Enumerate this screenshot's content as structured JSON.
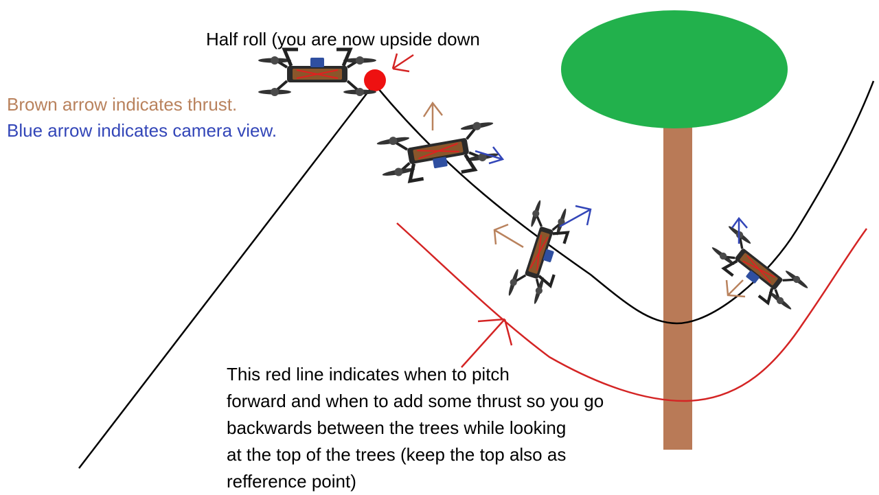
{
  "annotations": {
    "half_roll": "Half roll (you are now upside down",
    "brown_legend": "Brown arrow indicates thrust.",
    "blue_legend": "Blue arrow indicates camera view.",
    "red_line_note": [
      "This red line indicates when to pitch",
      "forward   and when to add some thrust so you go",
      "backwards between the trees while looking",
      "at the top of the trees (keep the top also as",
      "refference point)"
    ]
  },
  "colors": {
    "black_path": "#000000",
    "red_line": "#d42424",
    "red_dot": "#ee1111",
    "thrust_arrow": "#b9825d",
    "camera_arrow": "#3346b8",
    "tree_canopy": "#22b14c",
    "tree_trunk": "#b97a57",
    "text": "#000000"
  },
  "icons": [
    "drone-icon",
    "thrust-arrow-icon",
    "camera-arrow-icon",
    "red-arrow-icon",
    "half-roll-dot-icon",
    "tree-icon"
  ]
}
